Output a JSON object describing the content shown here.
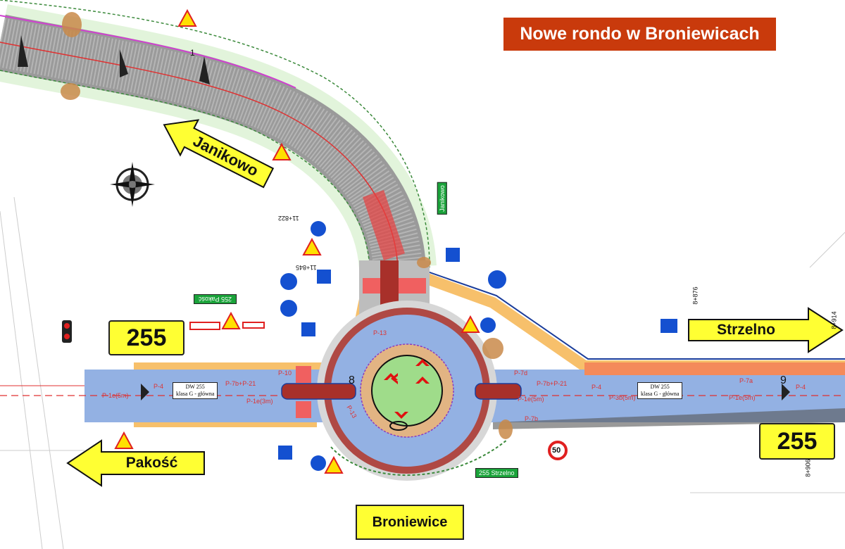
{
  "title": "Nowe rondo w Broniewicach",
  "directions": {
    "janikowo": "Janikowo",
    "strzelno": "Strzelno",
    "pakosc": "Pakość",
    "broniewice": "Broniewice"
  },
  "road_numbers": {
    "west": "255",
    "east": "255"
  },
  "road_plates": [
    {
      "line1": "DW 255",
      "line2": "klasa G - główna"
    },
    {
      "line1": "DW 255",
      "line2": "klasa G - główna"
    }
  ],
  "markings": {
    "west_p4": "P-4",
    "west_p7b": "P-7b+P-21",
    "west_p1e": "P-1e(5m)",
    "west_p1e3": "P-1e(3m)",
    "west_p10": "P-10",
    "ring_p13_a": "P-13",
    "ring_p13_b": "P-13",
    "east_p7d": "P-7d",
    "east_p7b": "P-7b+P-21",
    "east_p1e": "P-1e(5m)",
    "east_p4_a": "P-4",
    "east_p4_b": "P-4",
    "east_p7a": "P-7a",
    "east_p3b": "P-3b(5m)",
    "east_p1e_b": "P-1e(5m)",
    "east_p7b_low": "P-7b"
  },
  "chainage": {
    "a": "11+822",
    "b": "11+845",
    "c": "8+876",
    "d": "8+914",
    "e": "8+906"
  },
  "node_numbers": {
    "n1": "1",
    "n8": "8",
    "n9": "9"
  },
  "signs": {
    "green_janikowo": "Janikowo",
    "green_pakosc": "255 Pakość",
    "green_strzelno": "255 Strzelno",
    "speed_limit": "50"
  },
  "colors": {
    "title_bg": "#c93a0c",
    "road": "#93b1e3",
    "sidewalk": "#f7c06b",
    "hatched": "#a8302a",
    "island": "#9fdc8a",
    "label_yellow": "#ffff33"
  }
}
